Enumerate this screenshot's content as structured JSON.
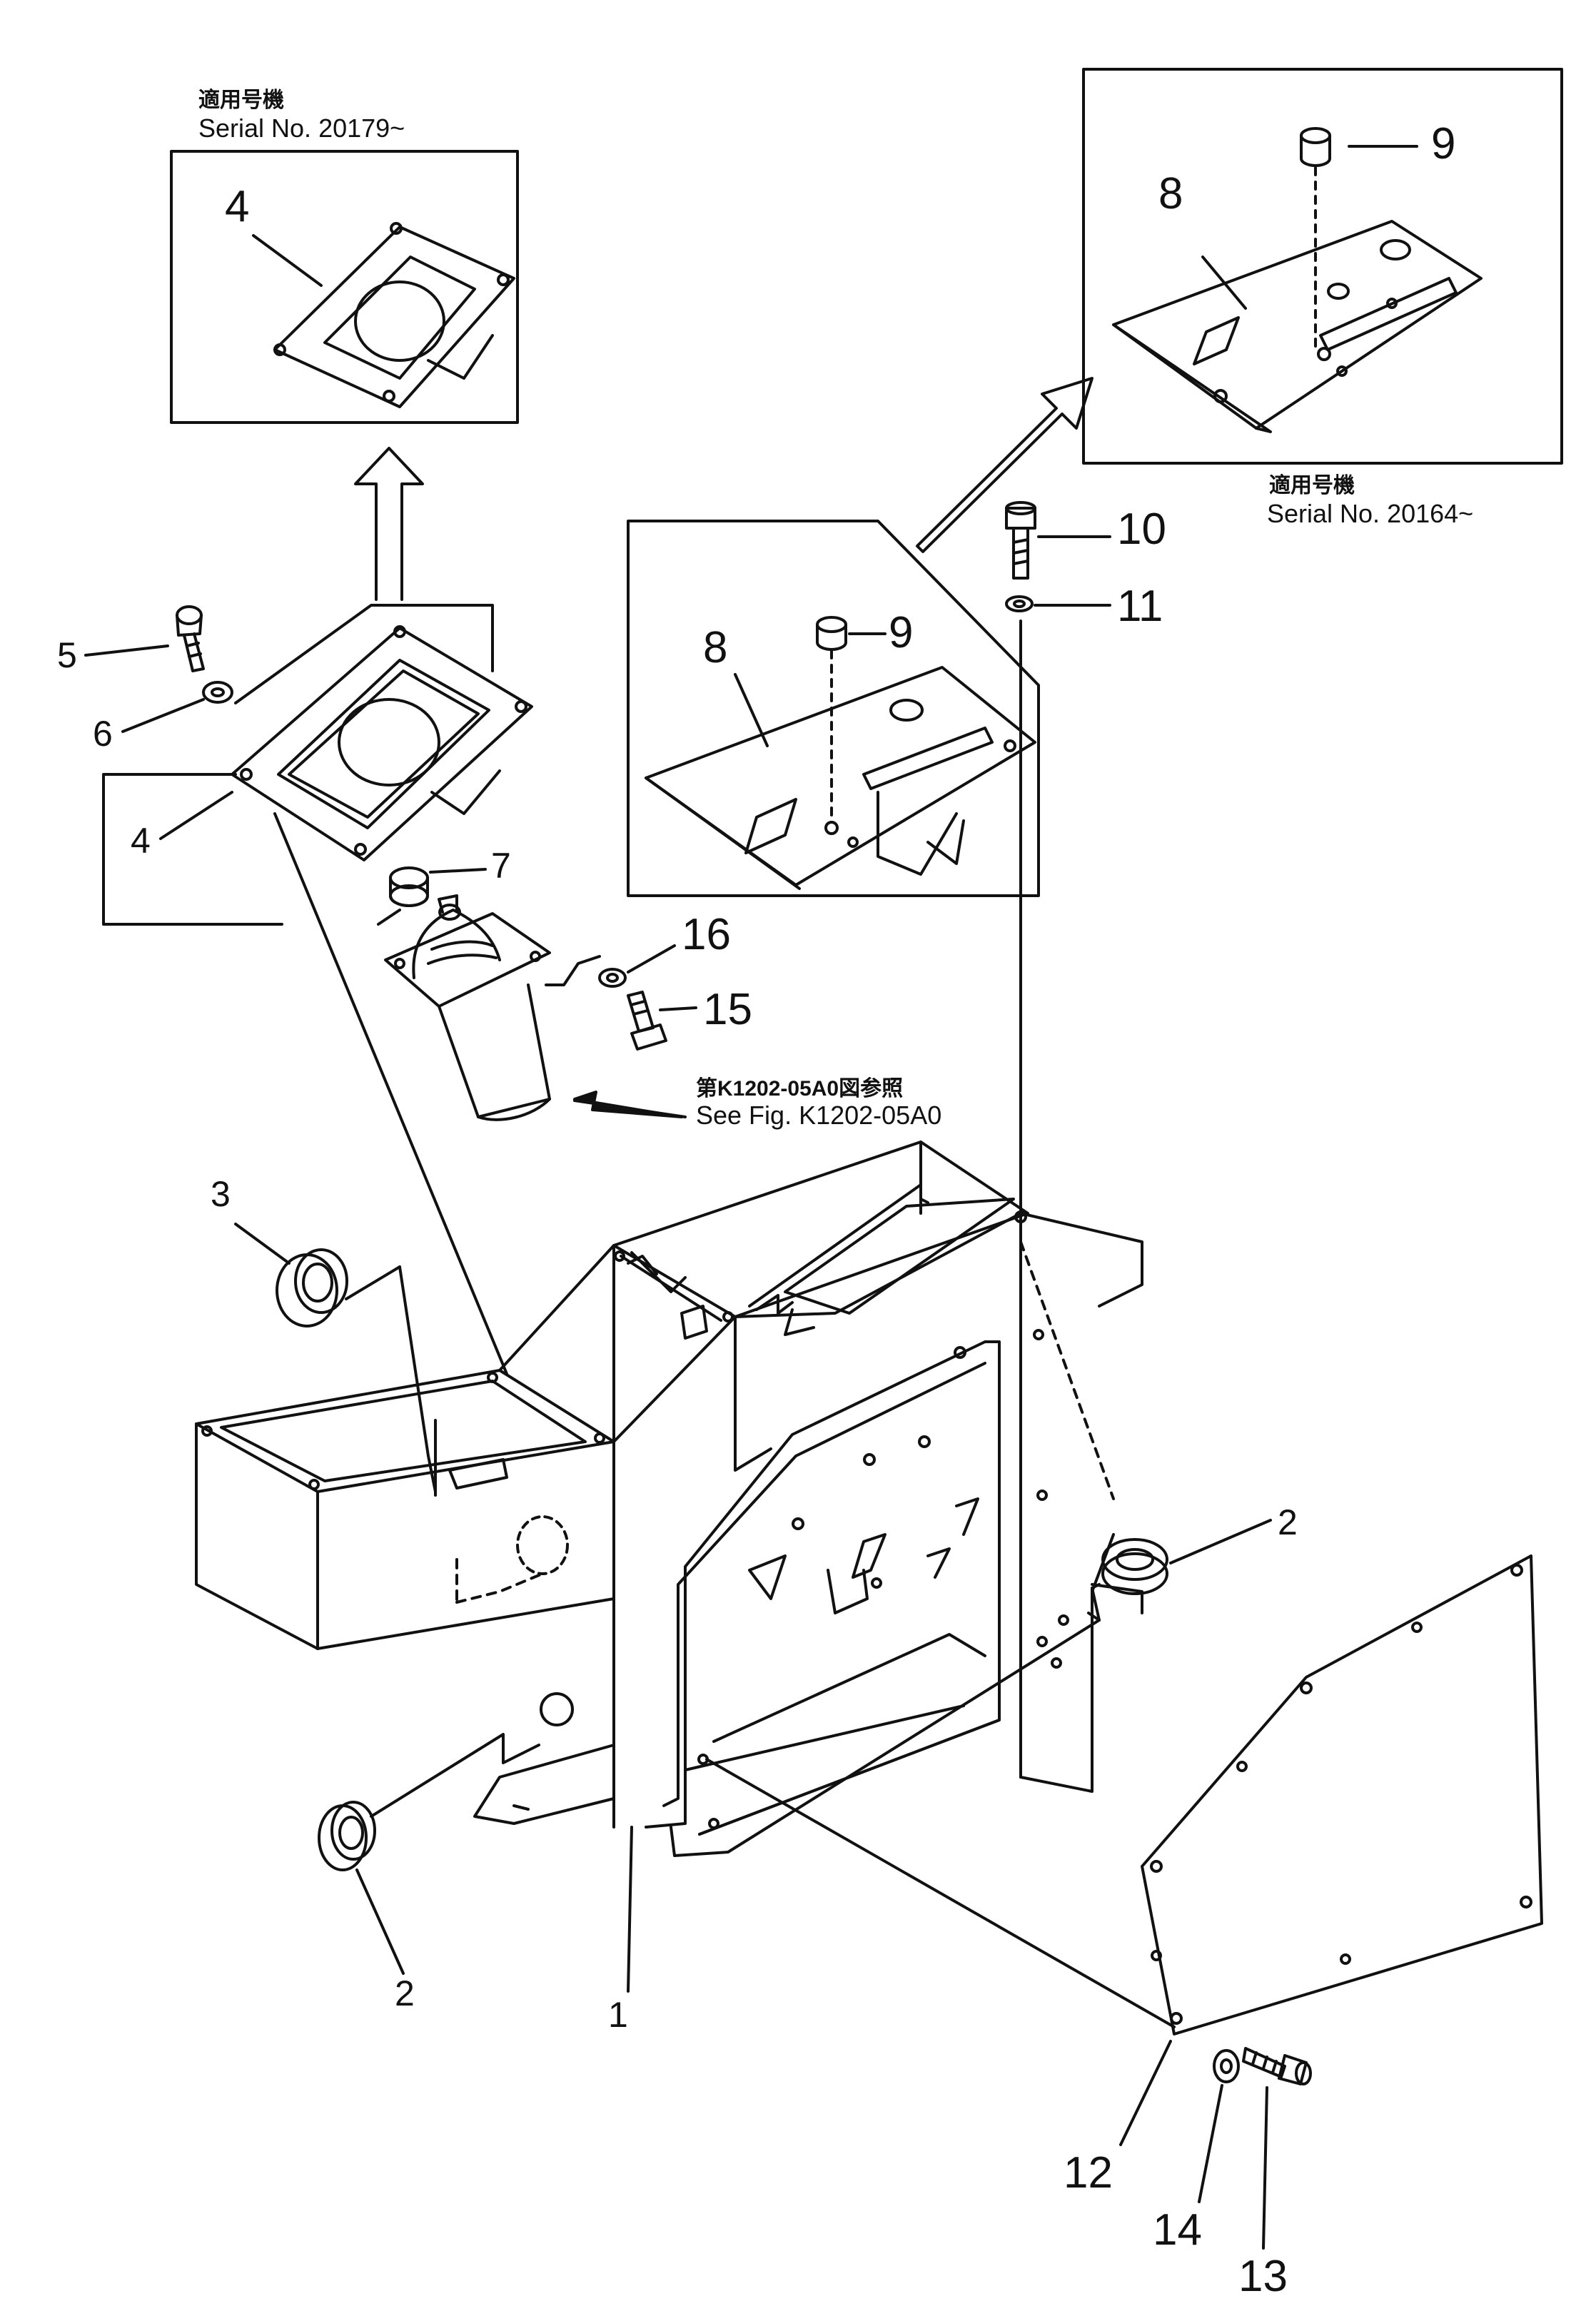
{
  "inset_left": {
    "label_jp": "適用号機",
    "label_en": "Serial No. 20179~",
    "part_number": "4"
  },
  "inset_right": {
    "label_jp": "適用号機",
    "label_en": "Serial No. 20164~",
    "part_numbers": [
      "8",
      "9"
    ]
  },
  "reference_note": {
    "label_jp": "第K1202-05A0図参照",
    "label_en": "See Fig. K1202-05A0"
  },
  "callouts": {
    "p1": "1",
    "p2a": "2",
    "p2b": "2",
    "p3": "3",
    "p4": "4",
    "p5": "5",
    "p6": "6",
    "p7": "7",
    "p8": "8",
    "p9": "9",
    "p10": "10",
    "p11": "11",
    "p12": "12",
    "p13": "13",
    "p14": "14",
    "p15": "15",
    "p16": "16"
  }
}
